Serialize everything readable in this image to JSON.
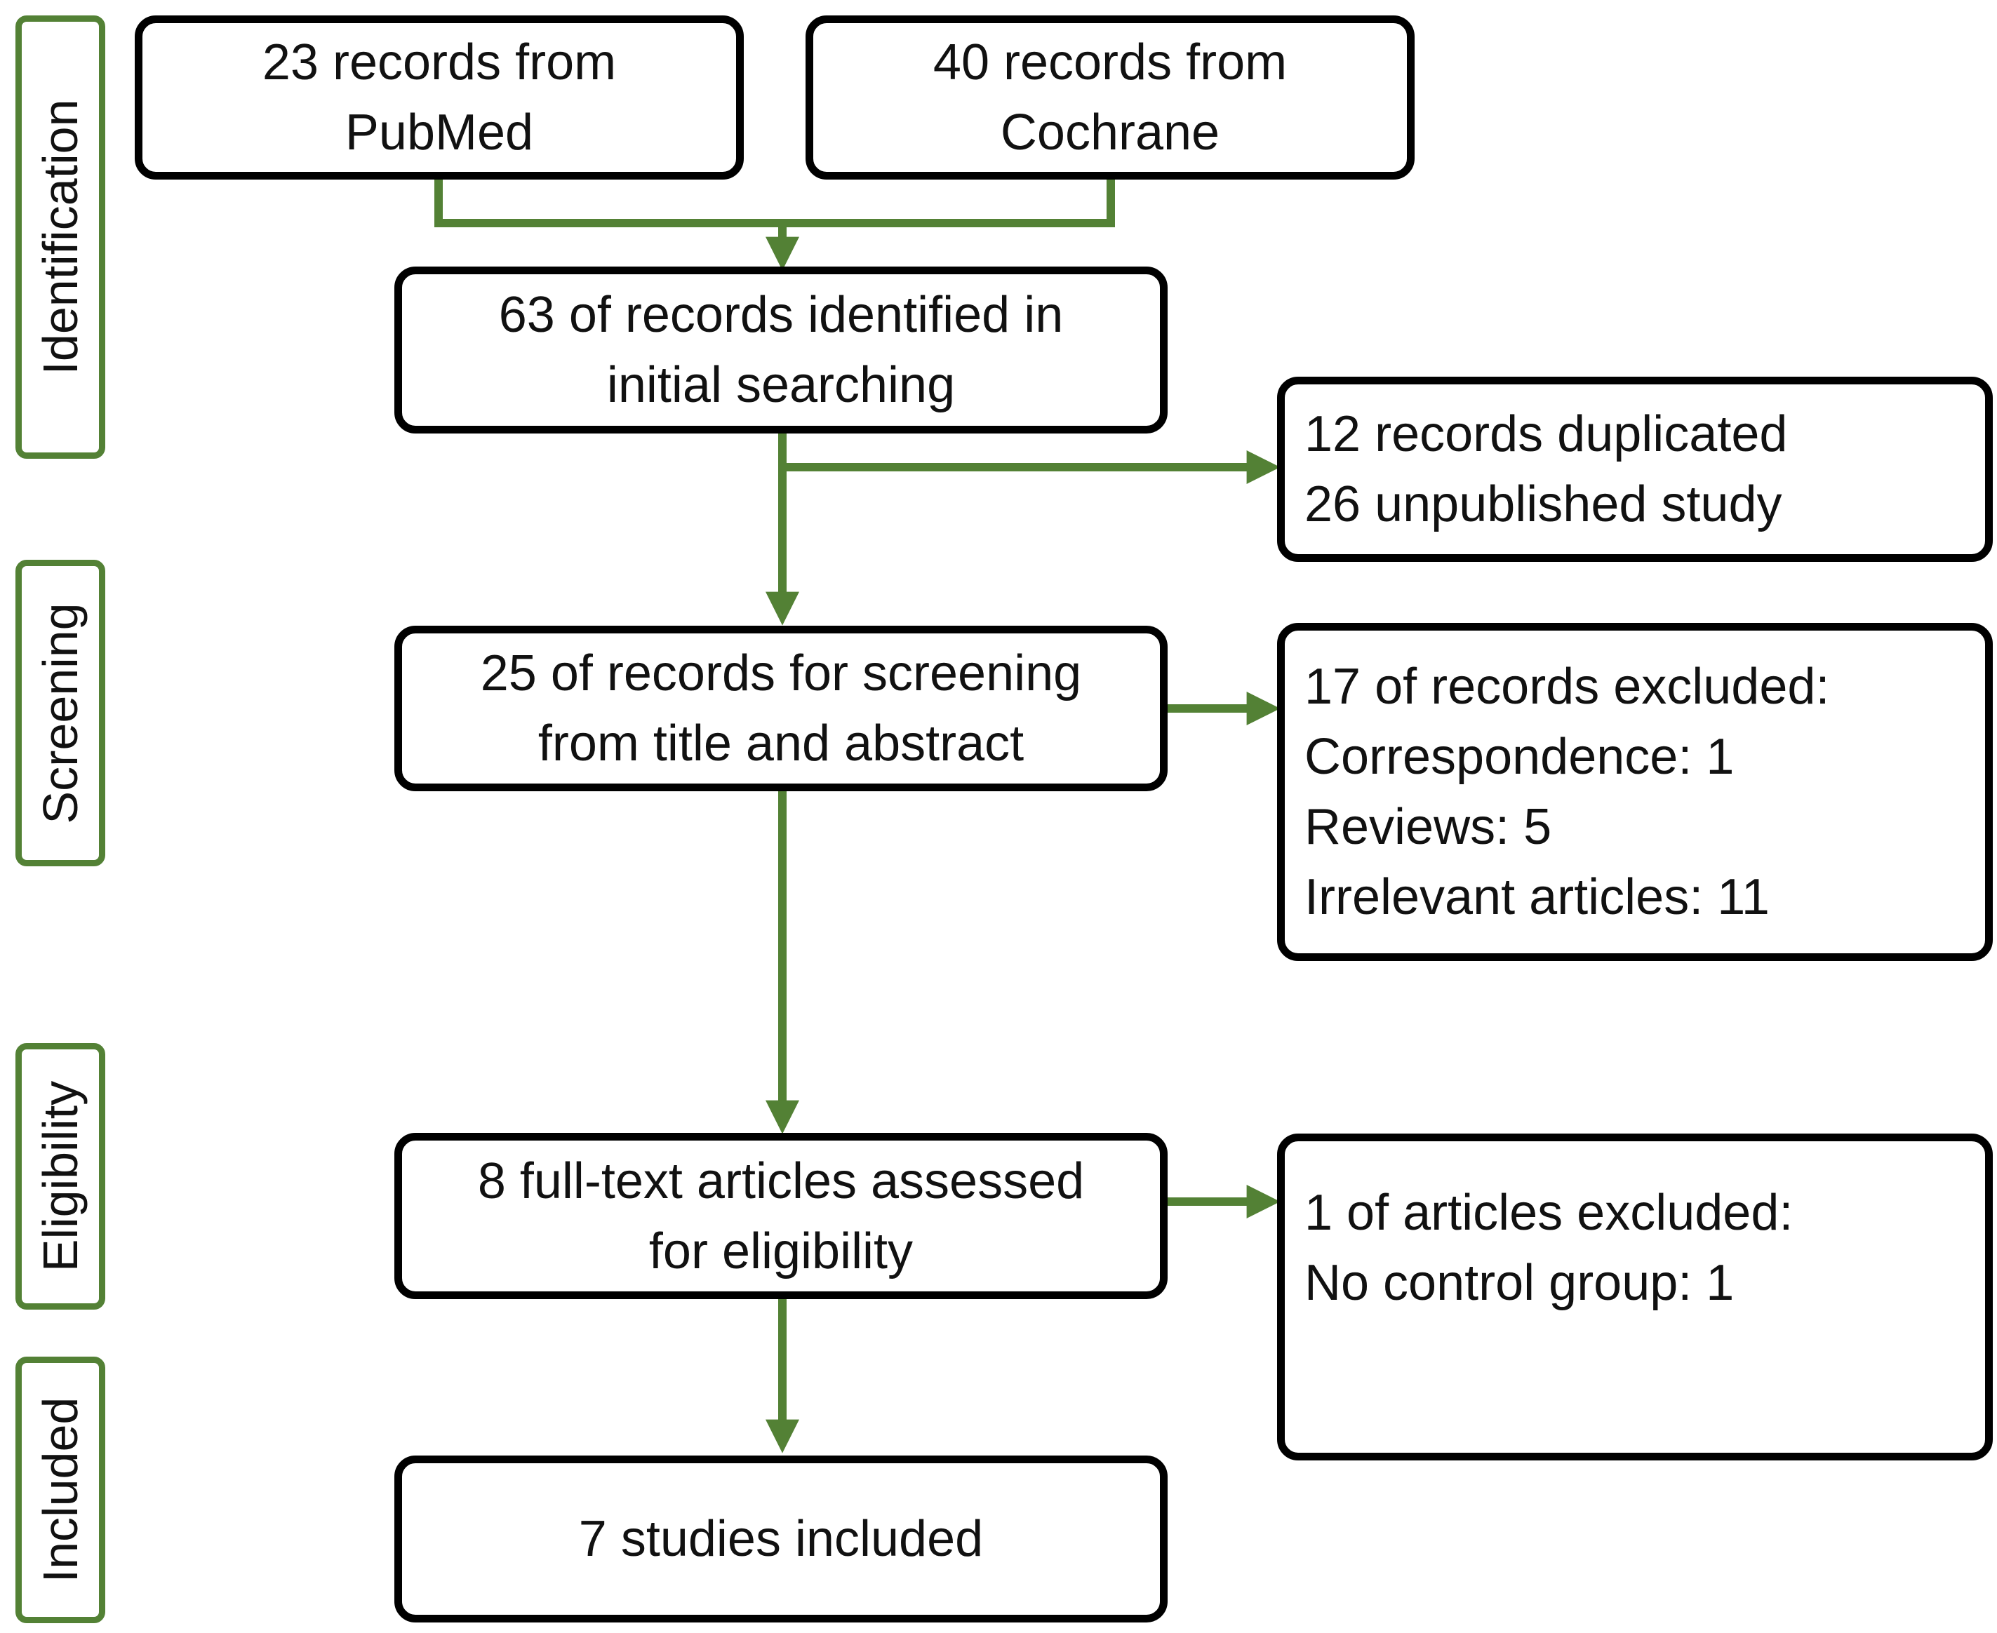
{
  "stages": {
    "identification": "Identification",
    "screening": "Screening",
    "eligibility": "Eligibility",
    "included": "Included"
  },
  "boxes": {
    "pubmed": [
      "23 records from",
      "PubMed"
    ],
    "cochrane": [
      "40 records from",
      "Cochrane"
    ],
    "identified": [
      "63 of records identified in",
      "initial searching"
    ],
    "duplicates": [
      "12 records duplicated",
      "26 unpublished study"
    ],
    "screening": [
      "25 of records for screening",
      "from title and abstract"
    ],
    "excluded_screening": [
      "17 of records excluded:",
      "Correspondence: 1",
      "Reviews: 5",
      "Irrelevant articles: 11"
    ],
    "fulltext": [
      "8 full-text articles assessed",
      "for eligibility"
    ],
    "excluded_fulltext": [
      "1 of articles excluded:",
      "No control group: 1"
    ],
    "included": [
      "7 studies included"
    ]
  },
  "colors": {
    "arrow": "#538135",
    "stage_border": "#538135",
    "box_border": "#000000"
  }
}
